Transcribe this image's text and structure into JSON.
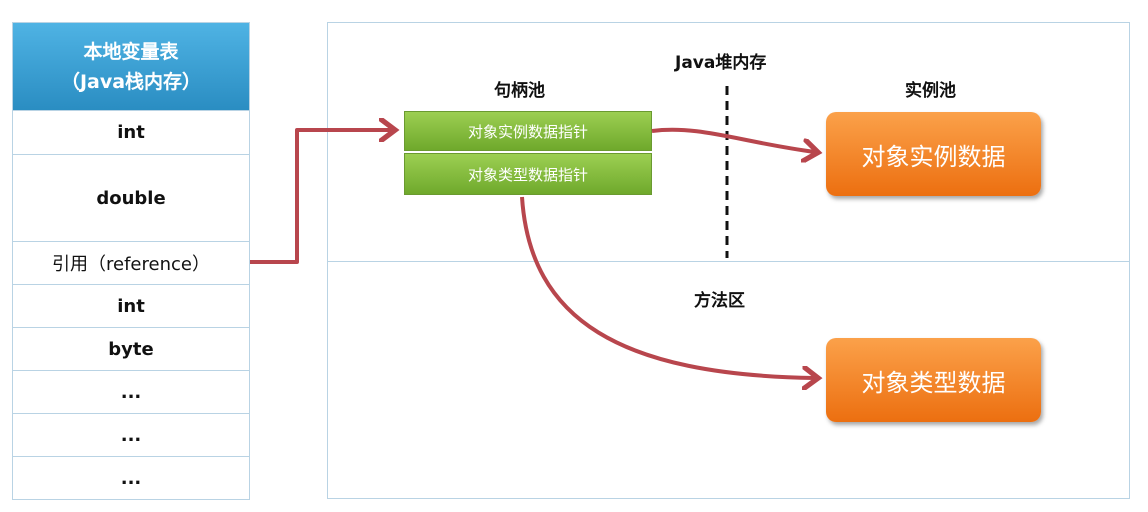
{
  "stack": {
    "header_line1": "本地变量表",
    "header_line2": "（Java栈内存）",
    "rows": [
      "int",
      "double",
      "引用（reference）",
      "int",
      "byte",
      "...",
      "...",
      "..."
    ]
  },
  "heap": {
    "title": "Java堆内存",
    "handle_pool_label": "句柄池",
    "instance_pool_label": "实例池",
    "pointer_instance": "对象实例数据指针",
    "pointer_type": "对象类型数据指针",
    "instance_data": "对象实例数据"
  },
  "method_area": {
    "label": "方法区",
    "type_data": "对象类型数据"
  },
  "colors": {
    "arrow": "#b8464d",
    "green_box": "#8cc147",
    "orange_box": "#f58a2a",
    "stack_header": "#3aa2d5"
  }
}
